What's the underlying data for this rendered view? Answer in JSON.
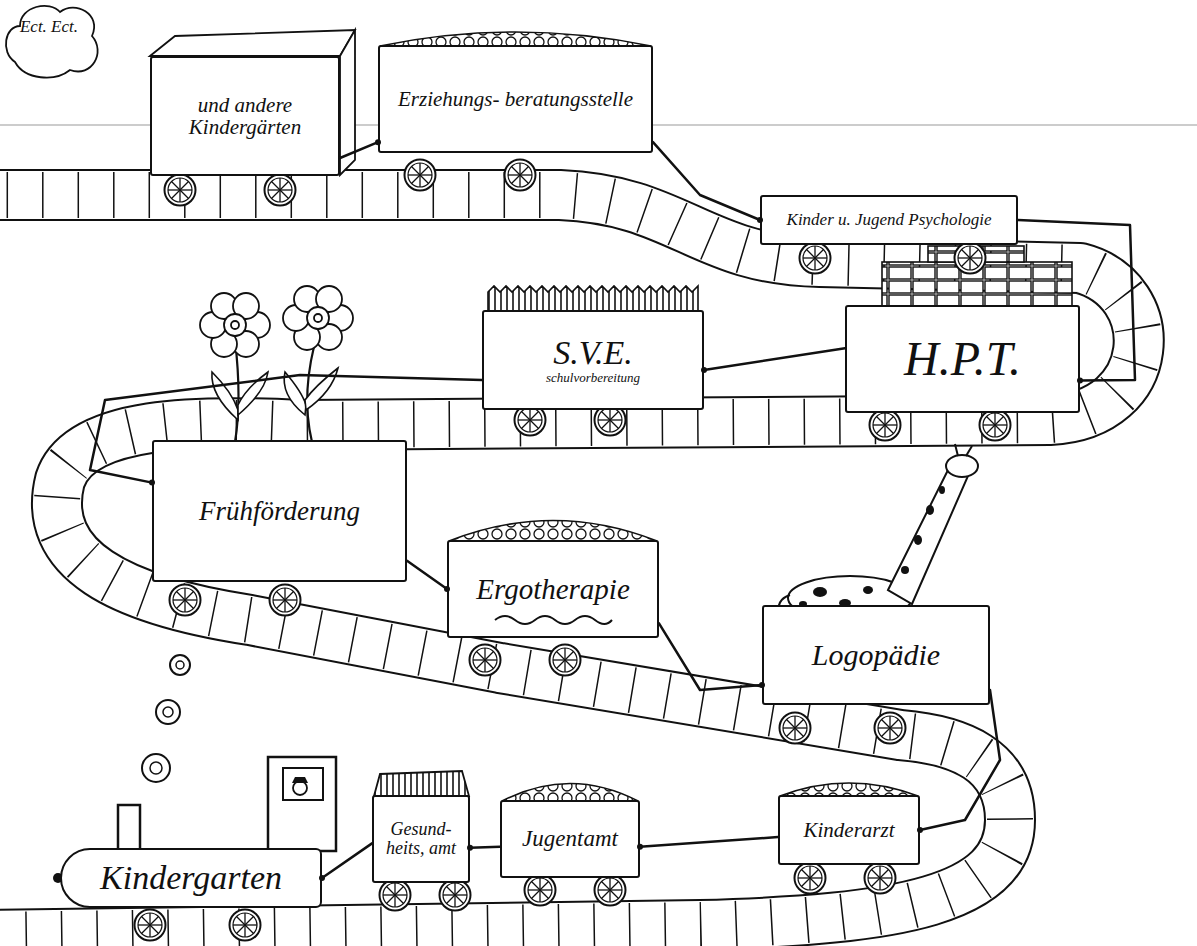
{
  "diagram": {
    "nodes": [
      {
        "text": [
          "Kindergarten"
        ]
      },
      {
        "text": [
          "Gesund- heits, amt"
        ]
      },
      {
        "text": [
          "Jugentamt"
        ]
      },
      {
        "text": [
          "Kinderarzt"
        ]
      },
      {
        "text": [
          "Logopädie"
        ]
      },
      {
        "text": [
          "Ergotherapie"
        ]
      },
      {
        "text": [
          "Frühförderung"
        ]
      },
      {
        "text": [
          "S.V.E.",
          "schulvorbereitung"
        ]
      },
      {
        "text": [
          "H.P.T."
        ]
      },
      {
        "text": [
          "Kinder u. Jugend Psychologie"
        ]
      },
      {
        "text": [
          "Erziehungs- beratungsstelle"
        ]
      },
      {
        "text": [
          "und andere Kindergärten"
        ]
      }
    ],
    "edges": [
      {
        "from": 0,
        "to": 1,
        "arrow": "none"
      },
      {
        "from": 1,
        "to": 2,
        "arrow": "none"
      },
      {
        "from": 2,
        "to": 3,
        "arrow": "none"
      },
      {
        "from": 3,
        "to": 4,
        "arrow": "none"
      },
      {
        "from": 4,
        "to": 5,
        "arrow": "none"
      },
      {
        "from": 5,
        "to": 6,
        "arrow": "none"
      },
      {
        "from": 6,
        "to": 7,
        "arrow": "none"
      },
      {
        "from": 7,
        "to": 8,
        "arrow": "none"
      },
      {
        "from": 8,
        "to": 9,
        "arrow": "none"
      },
      {
        "from": 9,
        "to": 10,
        "arrow": "none"
      },
      {
        "from": 10,
        "to": 11,
        "arrow": "none"
      }
    ],
    "labels": [
      "Ect. Ect."
    ]
  }
}
